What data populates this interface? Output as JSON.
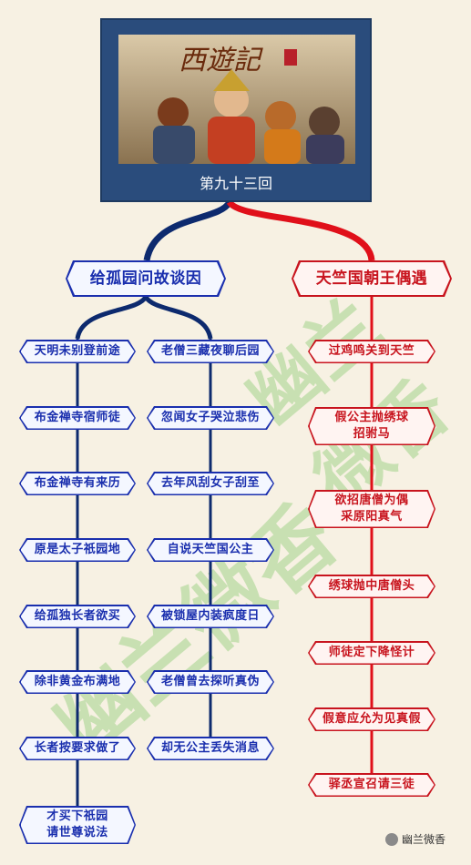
{
  "poster": {
    "calligraphy": "西遊記",
    "episode": "第九十三回"
  },
  "branches": {
    "left": {
      "title": "给孤园问故谈因",
      "col_a": [
        "天明未别登前途",
        "布金禅寺宿师徒",
        "布金禅寺有来历",
        "原是太子祇园地",
        "给孤独长者欲买",
        "除非黄金布满地",
        "长者按要求做了",
        "才买下祇园\n请世尊说法"
      ],
      "col_b": [
        "老僧三藏夜聊后园",
        "忽闻女子哭泣悲伤",
        "去年风刮女子刮至",
        "自说天竺国公主",
        "被锁屋内装疯度日",
        "老僧曾去探听真伪",
        "却无公主丢失消息"
      ]
    },
    "right": {
      "title": "天竺国朝王偶遇",
      "items": [
        "过鸡鸣关到天竺",
        "假公主抛绣球\n招驸马",
        "欲招唐僧为偶\n采原阳真气",
        "绣球抛中唐僧头",
        "师徒定下降怪计",
        "假意应允为见真假",
        "驿丞宣召请三徒"
      ]
    }
  },
  "watermark": "幽兰微香",
  "footer": {
    "brand": "幽兰微香"
  },
  "colors": {
    "blue_line": "#0d2a6e",
    "blue_text": "#1a2fae",
    "red_line": "#e0101a",
    "red_text": "#c8141e",
    "poster_bg": "#2a4c7c"
  }
}
